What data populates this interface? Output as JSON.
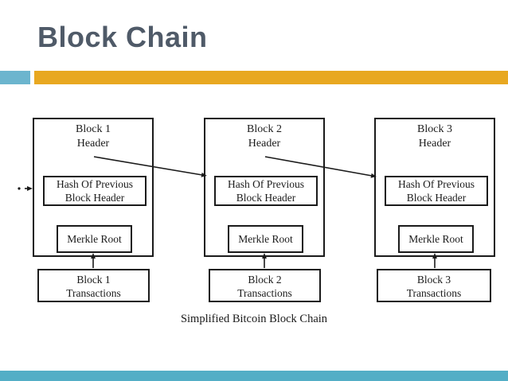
{
  "slide": {
    "title": "Block Chain",
    "caption": "Simplified Bitcoin Block Chain"
  },
  "colors": {
    "title_text": "#4F5A68",
    "accent_blue": "#6CB5CE",
    "accent_gold": "#E8A821",
    "footer_teal": "#53AEC6",
    "diagram_line": "#1B1B1B"
  },
  "blocks": [
    {
      "name": "Block 1",
      "header_label": "Header",
      "hash_line1": "Hash Of Previous",
      "hash_line2": "Block Header",
      "merkle_label": "Merkle Root",
      "tx_name": "Block 1",
      "tx_label": "Transactions"
    },
    {
      "name": "Block 2",
      "header_label": "Header",
      "hash_line1": "Hash Of Previous",
      "hash_line2": "Block Header",
      "merkle_label": "Merkle Root",
      "tx_name": "Block 2",
      "tx_label": "Transactions"
    },
    {
      "name": "Block 3",
      "header_label": "Header",
      "hash_line1": "Hash Of Previous",
      "hash_line2": "Block Header",
      "merkle_label": "Merkle Root",
      "tx_name": "Block 3",
      "tx_label": "Transactions"
    }
  ]
}
